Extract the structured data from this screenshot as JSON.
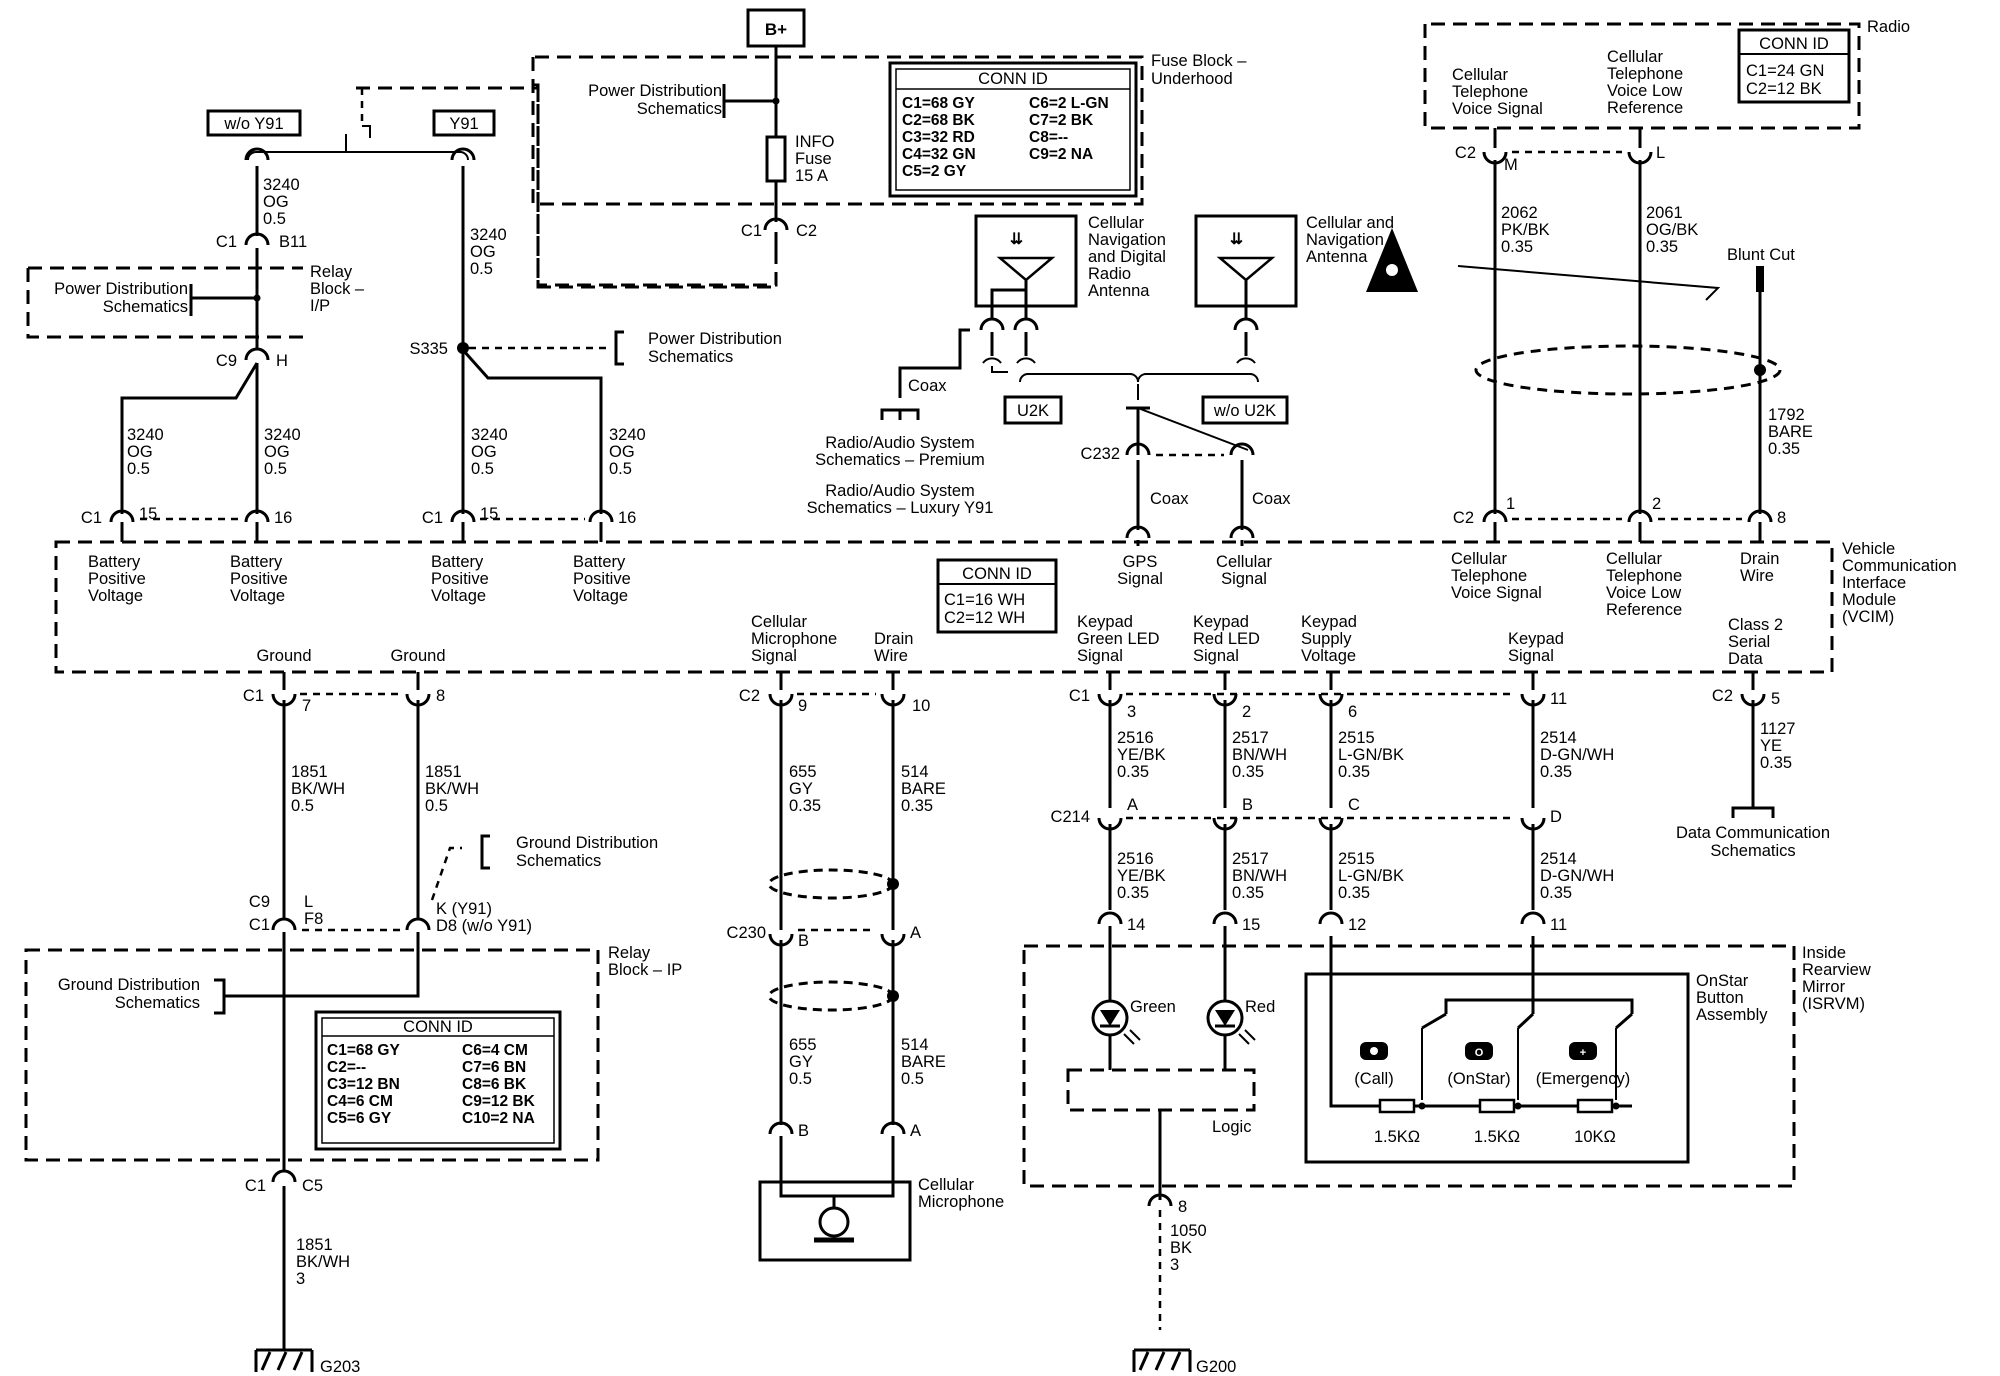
{
  "header": {
    "battery": "B+",
    "fuse_block_title": "Fuse Block –",
    "fuse_block_sub": "Underhood",
    "power_dist_1": "Power Distribution",
    "power_dist_2": "Schematics",
    "fuse_1": "INFO",
    "fuse_2": "Fuse",
    "fuse_3": "15 A",
    "fuse_conn_left": "C1",
    "fuse_conn_right": "C2"
  },
  "fuse_conn_id": {
    "title": "CONN ID",
    "left": [
      "C1=68 GY",
      "C2=68 BK",
      "C3=32 RD",
      "C4=32 GN",
      "C5=2 GY"
    ],
    "right": [
      "C6=2 L-GN",
      "C7=2 BK",
      "C8=--",
      "C9=2 NA"
    ]
  },
  "options": {
    "wo_y91": "w/o Y91",
    "y91": "Y91",
    "u2k": "U2K",
    "wo_u2k": "w/o U2K"
  },
  "relay_ip_top": {
    "pd_1": "Power Distribution",
    "pd_2": "Schematics",
    "title_1": "Relay",
    "title_2": "Block –",
    "title_3": "I/P",
    "c1": "C1",
    "b11": "B11",
    "c9": "C9",
    "h": "H"
  },
  "wires_left": {
    "w1": [
      "3240",
      "OG",
      "0.5"
    ],
    "s335": "S335",
    "pd_1": "Power Distribution",
    "pd_2": "Schematics"
  },
  "vcim_top_pins": {
    "c1": "C1",
    "p15": "15",
    "p16": "16",
    "batt_1": "Battery",
    "batt_2": "Positive",
    "batt_3": "Voltage"
  },
  "antennas": {
    "ant1_1": "Cellular",
    "ant1_2": "Navigation",
    "ant1_3": "and Digital",
    "ant1_4": "Radio",
    "ant1_5": "Antenna",
    "ant2_1": "Cellular and",
    "ant2_2": "Navigation",
    "ant2_3": "Antenna",
    "coax": "Coax",
    "radio_prem_1": "Radio/Audio System",
    "radio_prem_2": "Schematics – Premium",
    "radio_lux_1": "Radio/Audio System",
    "radio_lux_2": "Schematics – Luxury Y91",
    "c232": "C232",
    "gps_1": "GPS",
    "gps_2": "Signal",
    "cell_1": "Cellular",
    "cell_2": "Signal"
  },
  "radio": {
    "title": "Radio",
    "conn_title": "CONN ID",
    "conn_1": "C1=24 GN",
    "conn_2": "C2=12 BK",
    "voice_1": "Cellular",
    "voice_2": "Telephone",
    "voice_3": "Voice Signal",
    "low_1": "Cellular",
    "low_2": "Telephone",
    "low_3": "Voice Low",
    "low_4": "Reference",
    "c2": "C2",
    "m": "M",
    "l": "L",
    "w2062": [
      "2062",
      "PK/BK",
      "0.35"
    ],
    "w2061": [
      "2061",
      "OG/BK",
      "0.35"
    ],
    "blunt": "Blunt Cut",
    "w1792": [
      "1792",
      "BARE",
      "0.35"
    ],
    "p1": "1",
    "p2": "2",
    "p8": "8",
    "drain_1": "Drain",
    "drain_2": "Wire"
  },
  "vcim": {
    "t1": "Vehicle",
    "t2": "Communication",
    "t3": "Interface",
    "t4": "Module",
    "t5": "(VCIM)",
    "conn_title": "CONN ID",
    "conn_1": "C1=16 WH",
    "conn_2": "C2=12 WH",
    "ground": "Ground",
    "mic_1": "Cellular",
    "mic_2": "Microphone",
    "mic_3": "Signal",
    "drain_1": "Drain",
    "drain_2": "Wire",
    "kg_1": "Keypad",
    "kg_2": "Green LED",
    "kg_3": "Signal",
    "kr_1": "Keypad",
    "kr_2": "Red LED",
    "kr_3": "Signal",
    "ks_1": "Keypad",
    "ks_2": "Supply",
    "ks_3": "Voltage",
    "kp_1": "Keypad",
    "kp_2": "Signal",
    "cl_1": "Class 2",
    "cl_2": "Serial",
    "cl_3": "Data"
  },
  "bottom_pins": {
    "c1": "C1",
    "c2": "C2",
    "p7": "7",
    "p8": "8",
    "p9": "9",
    "p10": "10",
    "p3": "3",
    "p2": "2",
    "p6": "6",
    "p11": "11",
    "p5": "5"
  },
  "ground_wires": {
    "w1851": [
      "1851",
      "BK/WH",
      "0.5"
    ],
    "gd_1": "Ground Distribution",
    "gd_2": "Schematics",
    "c9": "C9",
    "l": "L",
    "c1": "C1",
    "f8": "F8",
    "k": "K (Y91)",
    "d8": "D8 (w/o Y91)",
    "relay_1": "Relay",
    "relay_2": "Block – IP",
    "c5": "C5",
    "w1851b": [
      "1851",
      "BK/WH",
      "3"
    ],
    "g203": "G203"
  },
  "relay_conn_id": {
    "title": "CONN ID",
    "left": [
      "C1=68 GY",
      "C2=--",
      "C3=12 BN",
      "C4=6 CM",
      "C5=6 GY"
    ],
    "right": [
      "C6=4 CM",
      "C7=6 BN",
      "C8=6 BK",
      "C9=12 BK",
      "C10=2 NA"
    ]
  },
  "mic": {
    "w655": [
      "655",
      "GY",
      "0.35"
    ],
    "w514": [
      "514",
      "BARE",
      "0.35"
    ],
    "c230": "C230",
    "b": "B",
    "a": "A",
    "w655b": [
      "655",
      "GY",
      "0.5"
    ],
    "w514b": [
      "514",
      "BARE",
      "0.5"
    ],
    "mic_1": "Cellular",
    "mic_2": "Microphone"
  },
  "keypad": {
    "w2516": [
      "2516",
      "YE/BK",
      "0.35"
    ],
    "w2517": [
      "2517",
      "BN/WH",
      "0.35"
    ],
    "w2515": [
      "2515",
      "L-GN/BK",
      "0.35"
    ],
    "w2514": [
      "2514",
      "D-GN/WH",
      "0.35"
    ],
    "c214": "C214",
    "a": "A",
    "b": "B",
    "c": "C",
    "d": "D",
    "p14": "14",
    "p15": "15",
    "p12": "12",
    "p11": "11"
  },
  "class2": {
    "w1127": [
      "1127",
      "YE",
      "0.35"
    ],
    "dc_1": "Data Communication",
    "dc_2": "Schematics"
  },
  "isrvm": {
    "t1": "Inside",
    "t2": "Rearview",
    "t3": "Mirror",
    "t4": "(ISRVM)",
    "green": "Green",
    "red": "Red",
    "logic": "Logic",
    "onstar_1": "OnStar",
    "onstar_2": "Button",
    "onstar_3": "Assembly",
    "call": "(Call)",
    "onstar": "(OnStar)",
    "emergency": "(Emergency)",
    "r1": "1.5KΩ",
    "r2": "1.5KΩ",
    "r3": "10KΩ",
    "p8": "8",
    "w1050": [
      "1050",
      "BK",
      "3"
    ],
    "g200": "G200"
  }
}
